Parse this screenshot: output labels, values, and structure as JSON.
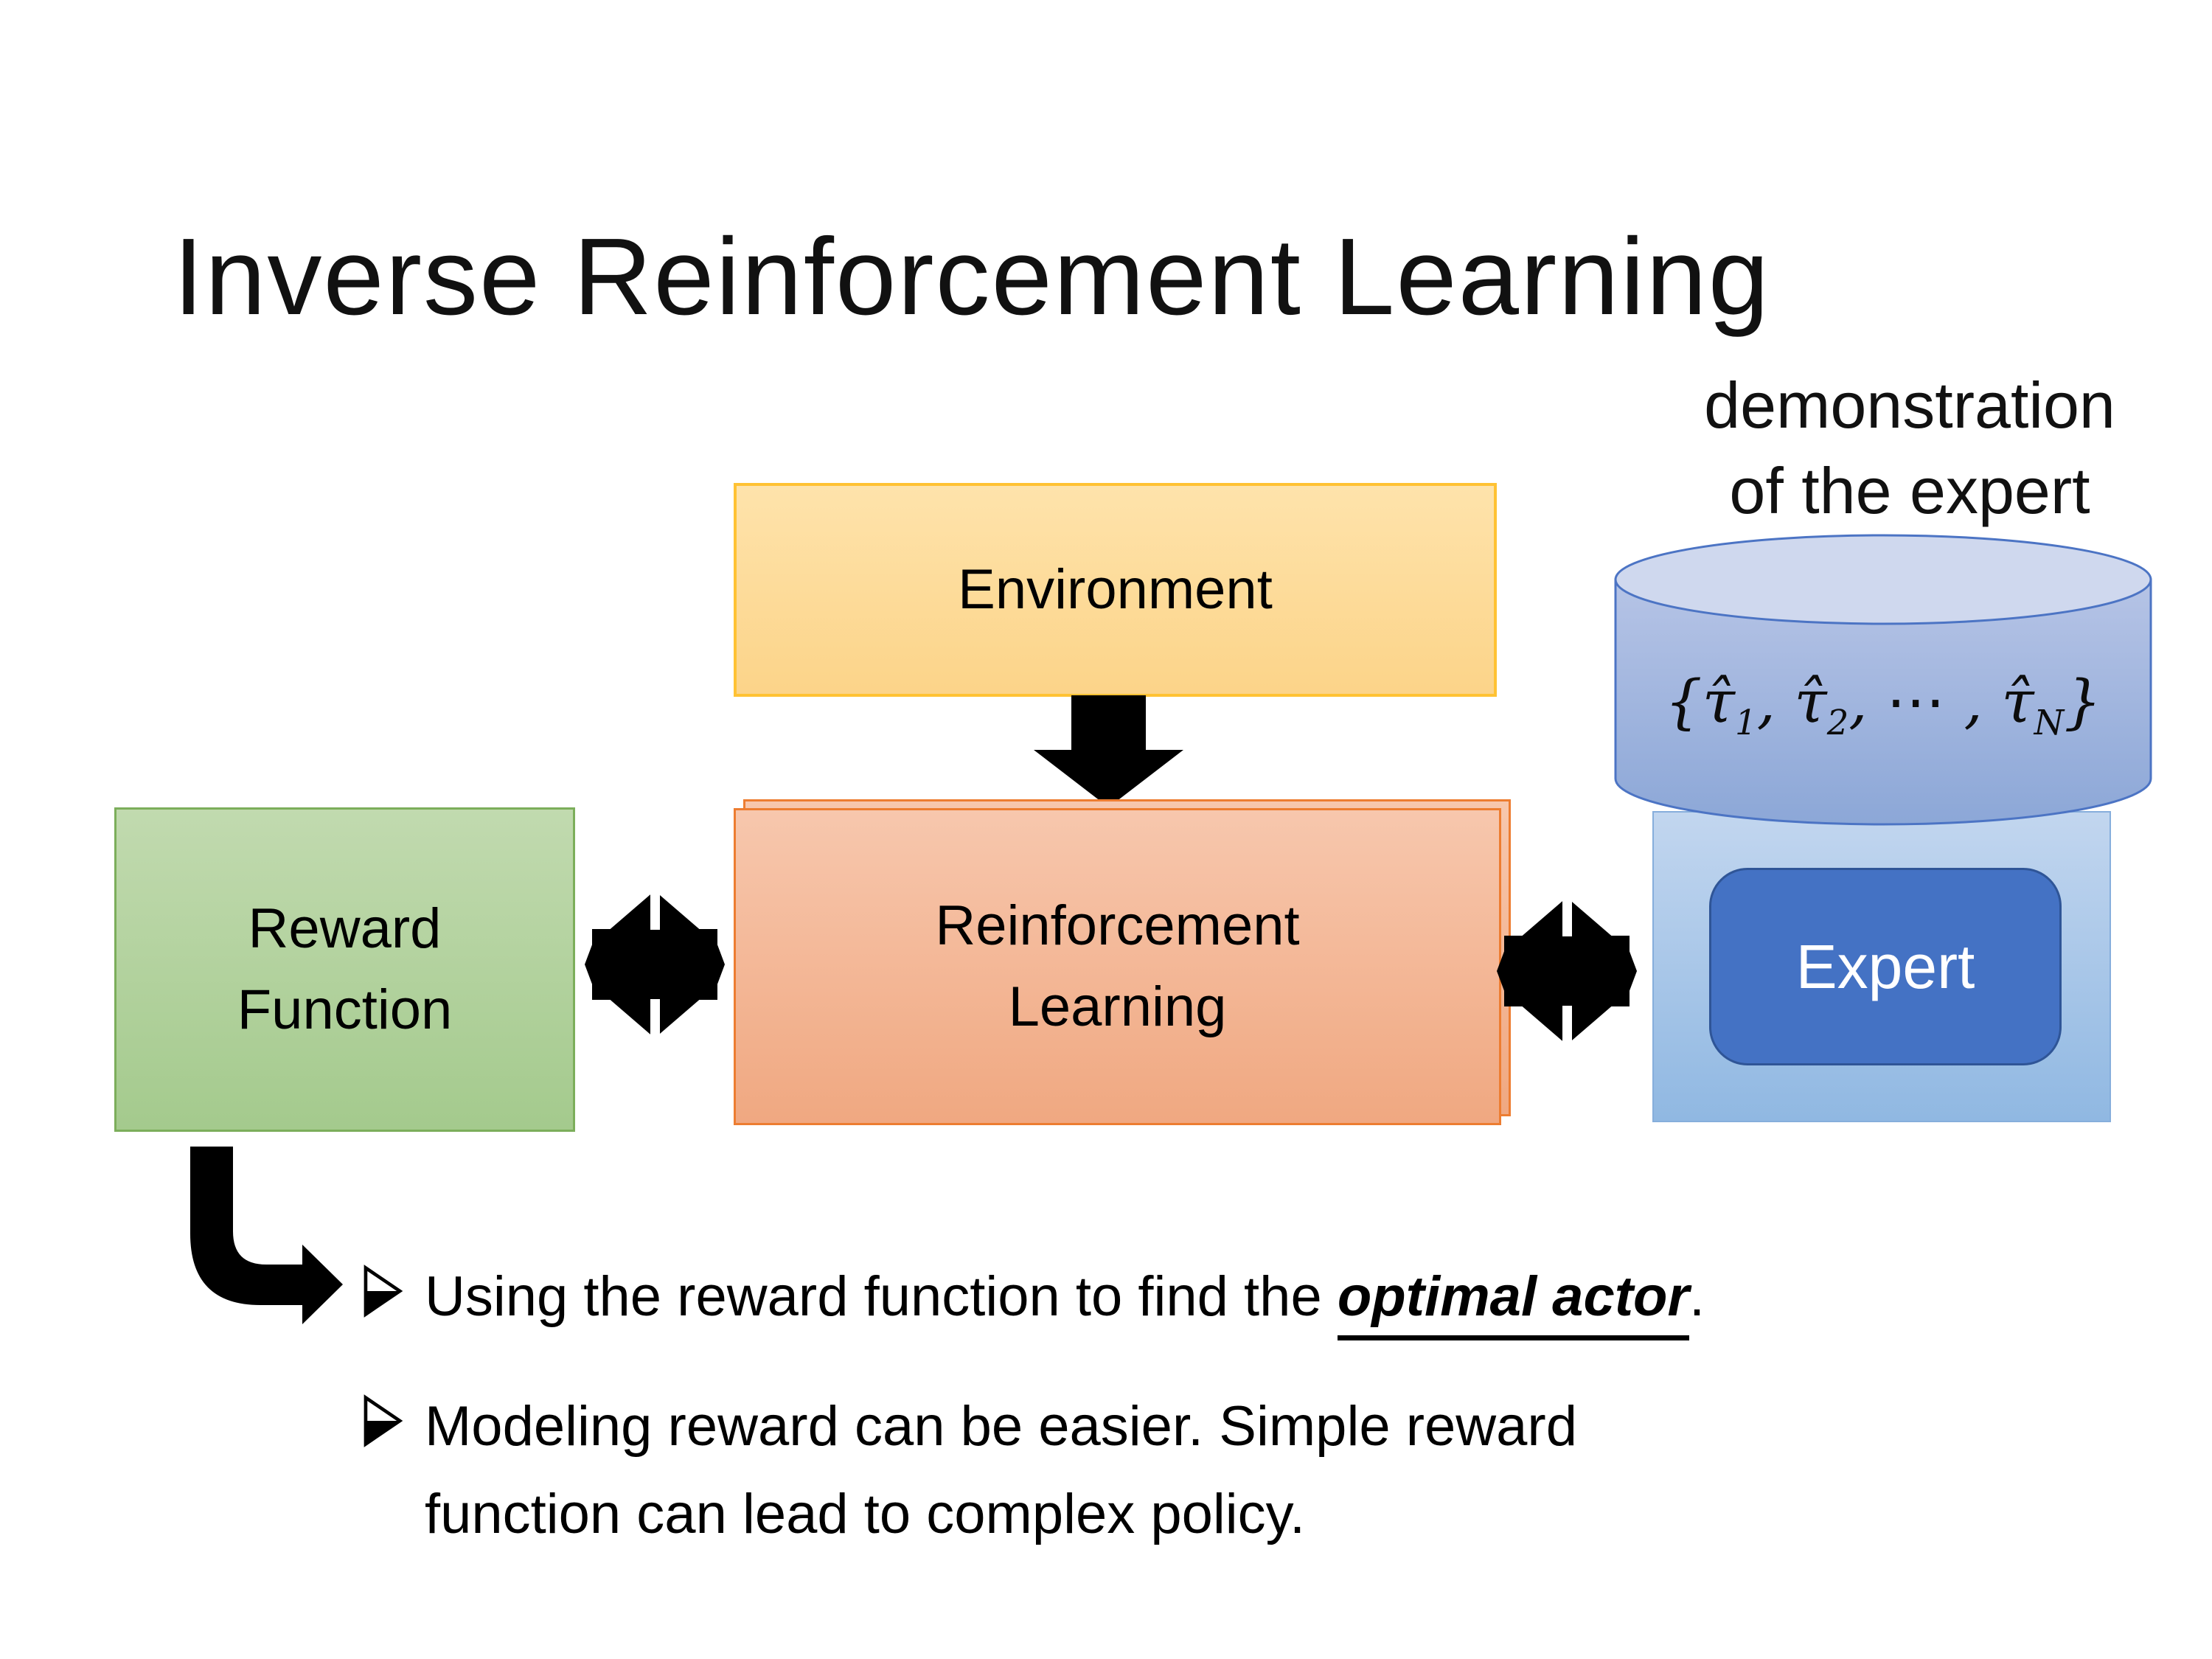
{
  "slide": {
    "title": "Inverse Reinforcement Learning"
  },
  "diagram": {
    "demonstration_label": {
      "line1": "demonstration",
      "line2": "of the expert"
    },
    "environment_label": "Environment",
    "reward_function_label": {
      "line1": "Reward",
      "line2": "Function"
    },
    "reinforcement_learning_label": {
      "line1": "Reinforcement",
      "line2": "Learning"
    },
    "expert_label": "Expert",
    "trajectory_formula": {
      "open": "{",
      "tau1": "τ̂",
      "sub1": "1",
      "comma1": ", ",
      "tau2": "τ̂",
      "sub2": "2",
      "dots": ", ⋯ , ",
      "tauN": "τ̂",
      "subN": "N",
      "close": "}"
    },
    "icons": {
      "down_arrow": "down-arrow",
      "left_double_arrow": "double-headed-exchange-arrow",
      "right_double_arrow": "double-headed-exchange-arrow",
      "bent_arrow": "elbow-arrow-down-right"
    }
  },
  "bullets": [
    {
      "marker": "➢",
      "text_before": "Using the reward function to find the ",
      "highlight": "optimal actor",
      "text_after": "."
    },
    {
      "marker": "➢",
      "line1": "Modeling reward can be easier. Simple reward",
      "line2": "function can lead to complex policy."
    }
  ],
  "colors": {
    "background": "#FFFFFF",
    "title_text": "#111111",
    "environment_fill_top": "#FEE3AB",
    "environment_fill_bottom": "#FCD489",
    "environment_border": "#FFC233",
    "reward_fill_top": "#C1DAAF",
    "reward_fill_bottom": "#A4CA8D",
    "reward_border": "#7CAE5B",
    "rl_fill_top": "#F7C7AD",
    "rl_fill_bottom": "#F0A881",
    "rl_border": "#ED7D31",
    "cylinder_top_fill": "#CFD8EE",
    "cylinder_body_top": "#B6C4E6",
    "cylinder_body_bottom": "#8CA7D7",
    "cylinder_border": "#4C74C4",
    "expert_container_top": "#C2D6EF",
    "expert_container_bottom": "#90B8E2",
    "expert_fill": "#4472C4",
    "expert_border": "#2F5597",
    "expert_text": "#FFFFFF",
    "arrow_fill": "#000000"
  }
}
